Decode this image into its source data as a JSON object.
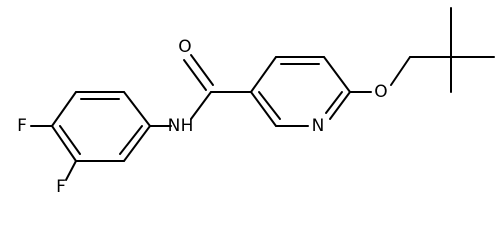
{
  "molecule": {
    "atoms": {
      "oxygen_carbonyl": "O",
      "nitrogen_amide": "N",
      "hydrogen_amide": "H",
      "nitrogen_pyridine": "N",
      "oxygen_ether": "O",
      "fluorine_top": "F",
      "fluorine_bottom": "F"
    },
    "colors": {
      "bond": "#000000",
      "label": "#000000",
      "background": "#ffffff"
    }
  }
}
